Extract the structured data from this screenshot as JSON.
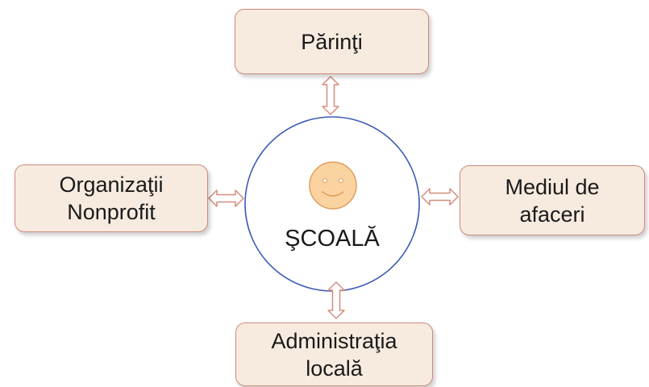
{
  "colors": {
    "box_fill": "#f7ebe0",
    "box_border": "#cc8a7a",
    "circle_border": "#3b5bb5",
    "arrow_fill": "#ffffff",
    "arrow_stroke": "#d38d7d",
    "smiley_fill": "#fbd3a0",
    "smiley_stroke": "#e0a060"
  },
  "center": {
    "label": "ŞCOALĂ",
    "icon": "smiley-icon"
  },
  "nodes": {
    "top": {
      "label": "Părinţi"
    },
    "left": {
      "line1": "Organizaţii",
      "line2": "Nonprofit"
    },
    "right": {
      "line1": "Mediul de",
      "line2": "afaceri"
    },
    "bottom": {
      "line1": "Administraţia",
      "line2": "locală"
    }
  }
}
